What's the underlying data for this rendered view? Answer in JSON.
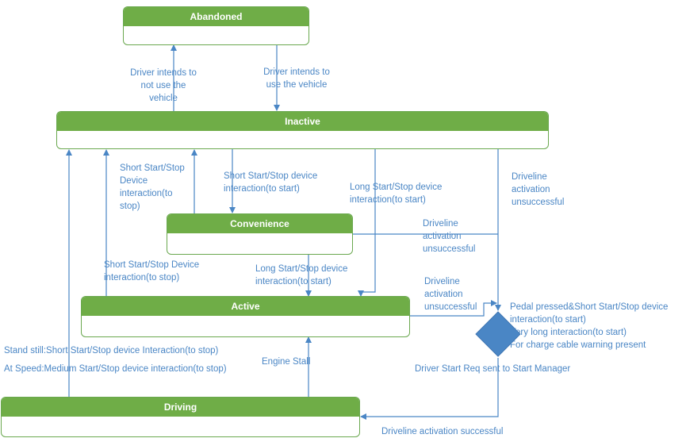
{
  "states": {
    "abandoned": "Abandoned",
    "inactive": "Inactive",
    "convenience": "Convenience",
    "active": "Active",
    "driving": "Driving"
  },
  "transitions": {
    "inactive_to_abandoned": [
      "Driver intends to",
      "not use the",
      "vehicle"
    ],
    "abandoned_to_inactive": [
      "Driver intends to",
      "use the vehicle"
    ],
    "convenience_to_inactive": [
      "Short Start/Stop",
      "Device",
      "interaction(to",
      "stop)"
    ],
    "inactive_to_convenience": [
      "Short Start/Stop device",
      "interaction(to start)"
    ],
    "inactive_to_active": [
      "Long Start/Stop device",
      "interaction(to start)"
    ],
    "inactive_driveline_fail": [
      "Driveline",
      "activation",
      "unsuccessful"
    ],
    "convenience_driveline_fail": [
      "Driveline",
      "activation",
      "unsuccessful"
    ],
    "active_to_inactive": [
      "Short Start/Stop Device",
      "interaction(to stop)"
    ],
    "convenience_to_active": [
      "Long Start/Stop device",
      "interaction(to start)"
    ],
    "active_driveline_fail": [
      "Driveline",
      "activation",
      "unsuccessful"
    ],
    "decision_conditions": [
      "Pedal pressed&Short Start/Stop device",
      "interaction(to start)",
      "Very long interaction(to start)",
      "For charge cable warning present"
    ],
    "driving_to_inactive_standstill": "Stand still:Short Start/Stop device Interaction(to stop)",
    "driving_to_inactive_speed": "At Speed:Medium Start/Stop device interaction(to stop)",
    "engine_stall": "Engine Stall",
    "driver_start_req": "Driver Start Req sent to Start Manager",
    "driveline_success": "Driveline activation successful"
  },
  "colors": {
    "state_header": "#6fad47",
    "state_border": "#6aa84f",
    "line": "#4a86c5",
    "decision": "#4a86c5"
  }
}
